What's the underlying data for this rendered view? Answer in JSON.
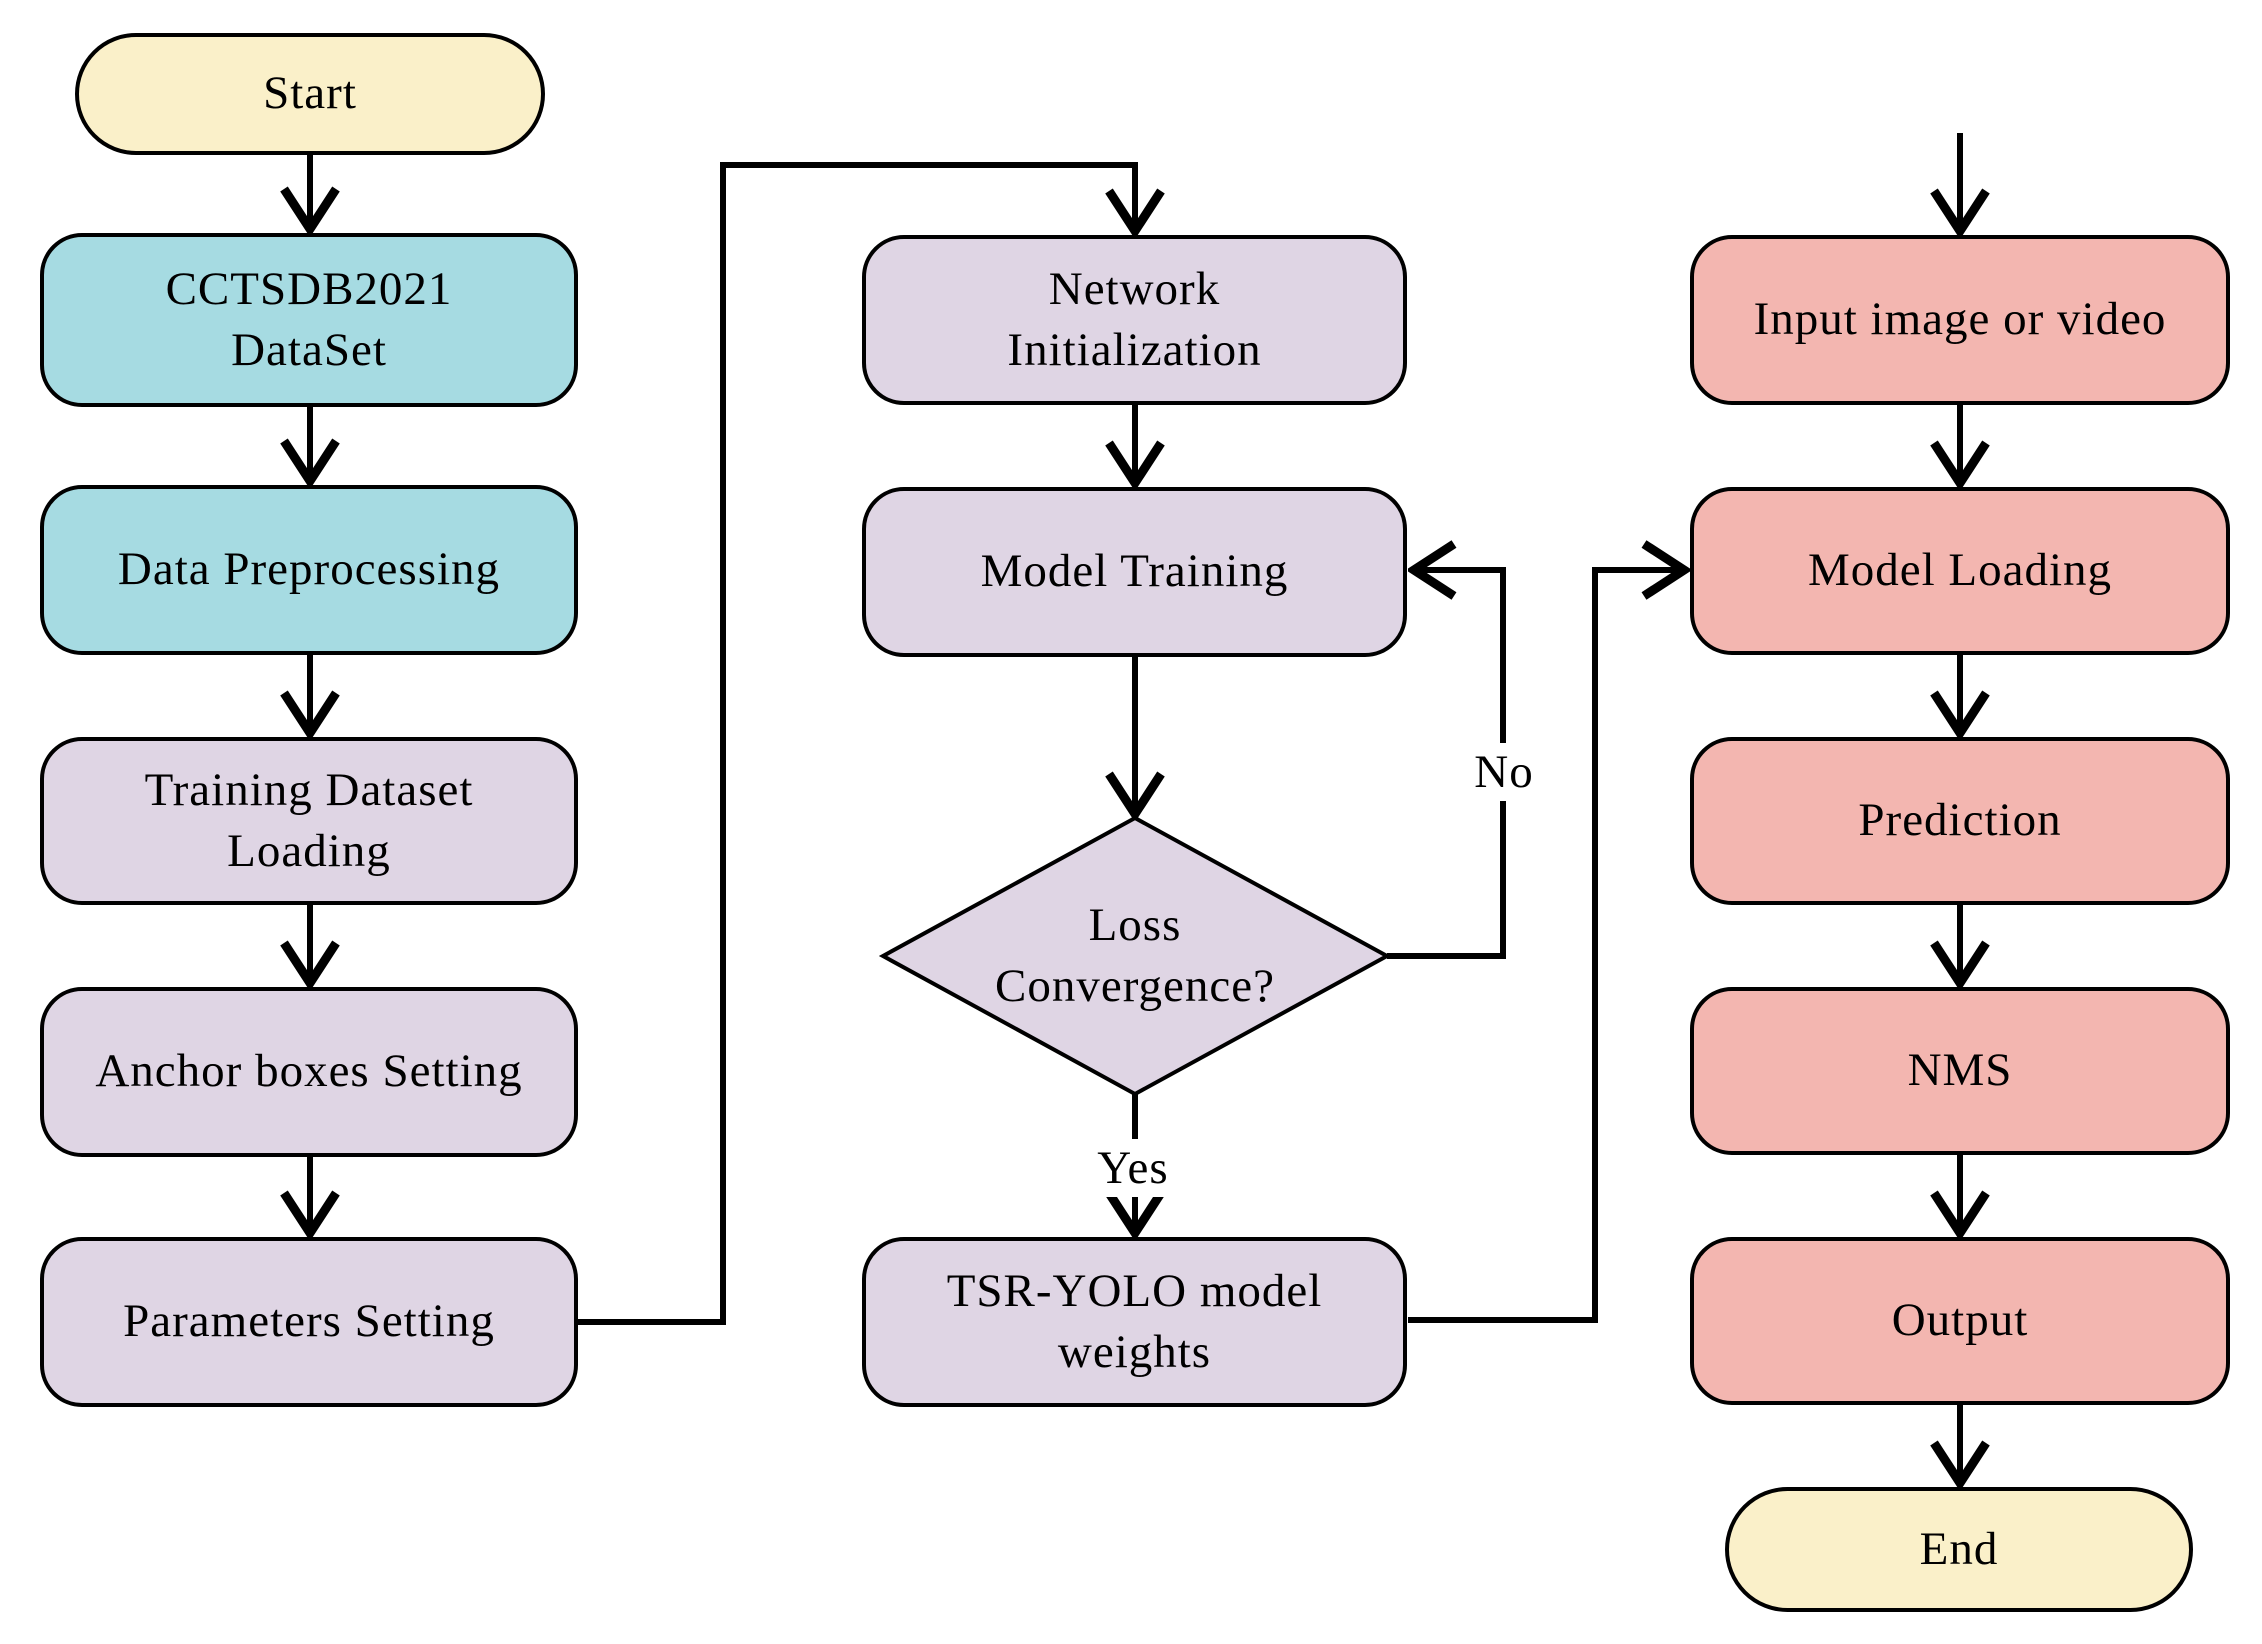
{
  "diagram": {
    "type": "flowchart",
    "colors": {
      "terminator_fill": "#FAF0C9",
      "dataset_fill": "#A6DBE2",
      "process_fill": "#DFD5E4",
      "inference_fill": "#F3B6B0",
      "line": "#000000",
      "background": "#FFFFFF"
    },
    "nodes": {
      "start": {
        "label": "Start",
        "shape": "terminator"
      },
      "cctsdb_dataset": {
        "label": "CCTSDB2021\nDataSet",
        "shape": "process"
      },
      "data_preprocessing": {
        "label": "Data Preprocessing",
        "shape": "process"
      },
      "training_dataset_loading": {
        "label": "Training Dataset\nLoading",
        "shape": "process"
      },
      "anchor_boxes_setting": {
        "label": "Anchor boxes Setting",
        "shape": "process"
      },
      "parameters_setting": {
        "label": "Parameters Setting",
        "shape": "process"
      },
      "network_initialization": {
        "label": "Network\nInitialization",
        "shape": "process"
      },
      "model_training": {
        "label": "Model Training",
        "shape": "process"
      },
      "loss_convergence": {
        "label": "Loss\nConvergence?",
        "shape": "decision"
      },
      "tsr_yolo_weights": {
        "label": "TSR-YOLO model\nweights",
        "shape": "process"
      },
      "input_image_or_video": {
        "label": "Input image or video",
        "shape": "process"
      },
      "model_loading": {
        "label": "Model Loading",
        "shape": "process"
      },
      "prediction": {
        "label": "Prediction",
        "shape": "process"
      },
      "nms": {
        "label": "NMS",
        "shape": "process"
      },
      "output": {
        "label": "Output",
        "shape": "process"
      },
      "end": {
        "label": "End",
        "shape": "terminator"
      }
    },
    "edge_labels": {
      "yes": "Yes",
      "no": "No"
    }
  }
}
